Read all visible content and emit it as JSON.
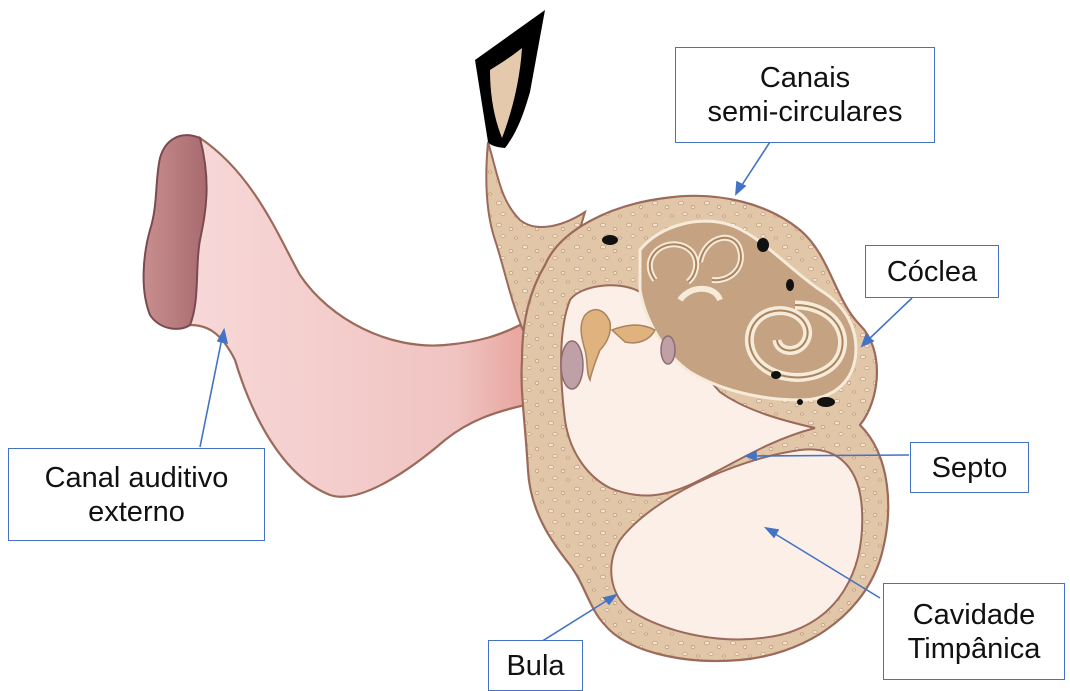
{
  "labels": {
    "canais": {
      "line1": "Canais",
      "line2": "semi-circulares"
    },
    "coclea": {
      "text": "Cóclea"
    },
    "canal_auditivo": {
      "line1": "Canal auditivo",
      "line2": "externo"
    },
    "septo": {
      "text": "Septo"
    },
    "cavidade": {
      "line1": "Cavidade",
      "line2": "Timpânica"
    },
    "bula": {
      "text": "Bula"
    }
  },
  "colors": {
    "box_border": "#4472c4",
    "arrow": "#4472c4",
    "bone": "#e2c6a8",
    "bone_outline": "#9b6a5a",
    "canal_skin": "#f2c6c8",
    "cavity": "#fcefe8",
    "cochlea": "#c4a282"
  }
}
